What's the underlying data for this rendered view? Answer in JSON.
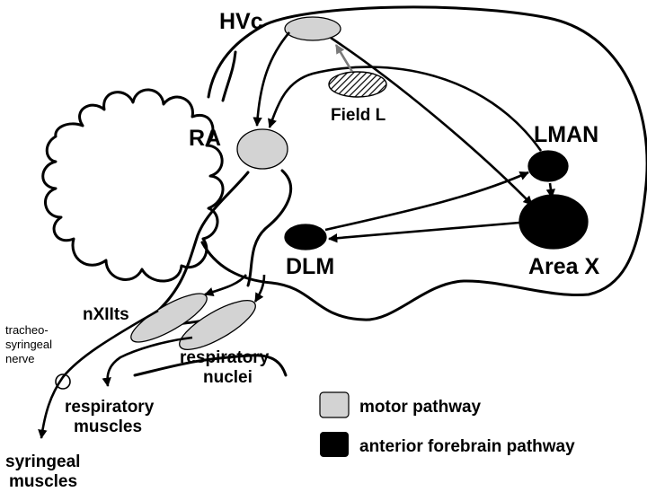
{
  "nuclei": {
    "hvc": "HVc",
    "ra": "RA",
    "field_l": "Field L",
    "lman": "LMAN",
    "area_x": "Area X",
    "dlm": "DLM",
    "nxllts": "nXIIts",
    "respiratory_nuclei_line1": "respiratory",
    "respiratory_nuclei_line2": "nuclei"
  },
  "targets": {
    "tracheo_line1": "tracheo-",
    "tracheo_line2": "syringeal",
    "tracheo_line3": "nerve",
    "resp_muscles_line1": "respiratory",
    "resp_muscles_line2": "muscles",
    "syringeal_line1": "syringeal",
    "syringeal_line2": "muscles"
  },
  "legend": {
    "motor": "motor pathway",
    "anterior": "anterior forebrain pathway"
  },
  "colors": {
    "motor_fill": "#d3d3d3",
    "anterior_fill": "#000000",
    "field_l_arrow": "#7a7a7a"
  }
}
